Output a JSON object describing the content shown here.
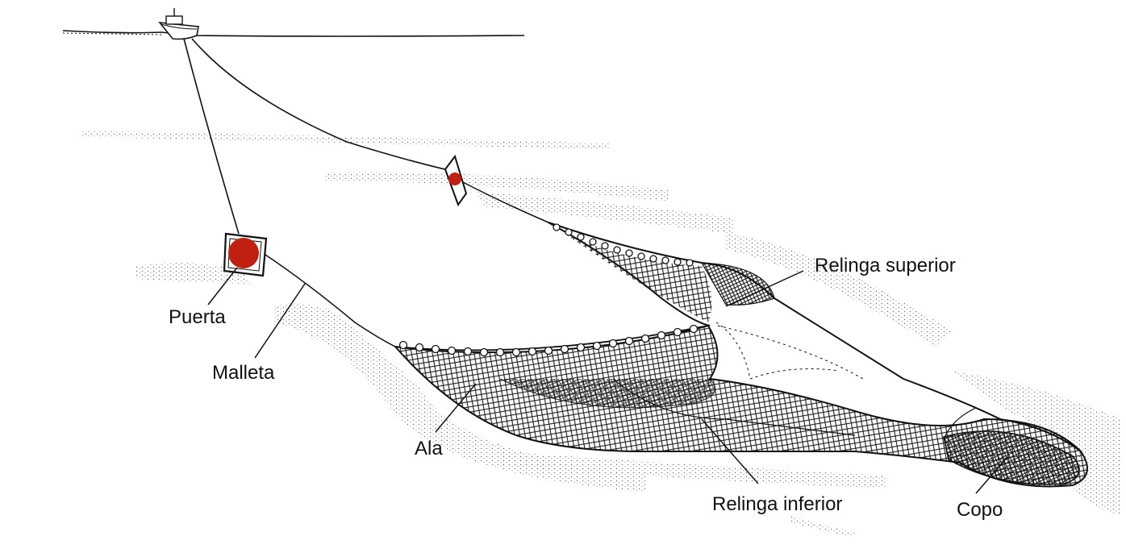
{
  "labels": {
    "puerta": "Puerta",
    "malleta": "Malleta",
    "ala": "Ala",
    "relinga_superior": "Relinga superior",
    "relinga_inferior": "Relinga inferior",
    "copo": "Copo"
  },
  "colors": {
    "ink": "#111111",
    "door_fill": "#c0200f",
    "background": "#ffffff",
    "mesh": "#1a1a1a",
    "seabed_dots": "#444444"
  },
  "icons": {
    "vessel": "trawler-boat-icon",
    "door": "otter-door-icon"
  }
}
